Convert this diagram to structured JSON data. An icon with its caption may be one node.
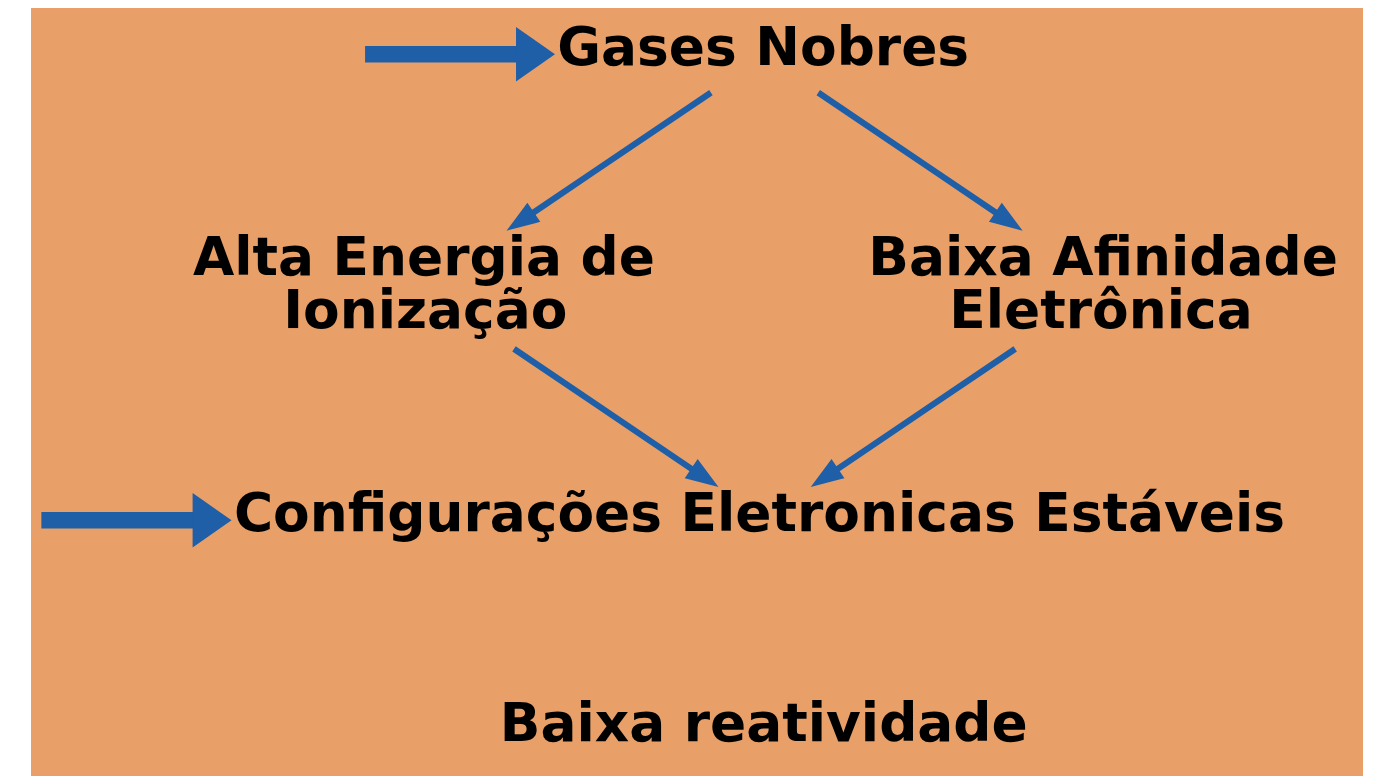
{
  "diagram": {
    "nodes": [
      {
        "text": [
          "Gases Nobres"
        ]
      },
      {
        "text": [
          "Alta Energia de Ionização"
        ]
      },
      {
        "text": [
          "Baixa Afinidade Eletrônica"
        ]
      },
      {
        "text": [
          "Configurações Eletronicas Estáveis"
        ]
      }
    ],
    "edges": [
      {
        "from": null,
        "to": 0,
        "arrow": "to",
        "style": "thick"
      },
      {
        "from": 0,
        "to": 1,
        "arrow": "to"
      },
      {
        "from": 0,
        "to": 2,
        "arrow": "to"
      },
      {
        "from": 1,
        "to": 3,
        "arrow": "to"
      },
      {
        "from": 2,
        "to": 3,
        "arrow": "to"
      },
      {
        "from": null,
        "to": 3,
        "arrow": "to",
        "style": "thick"
      }
    ],
    "labels": [
      "Baixa reatividade"
    ]
  }
}
